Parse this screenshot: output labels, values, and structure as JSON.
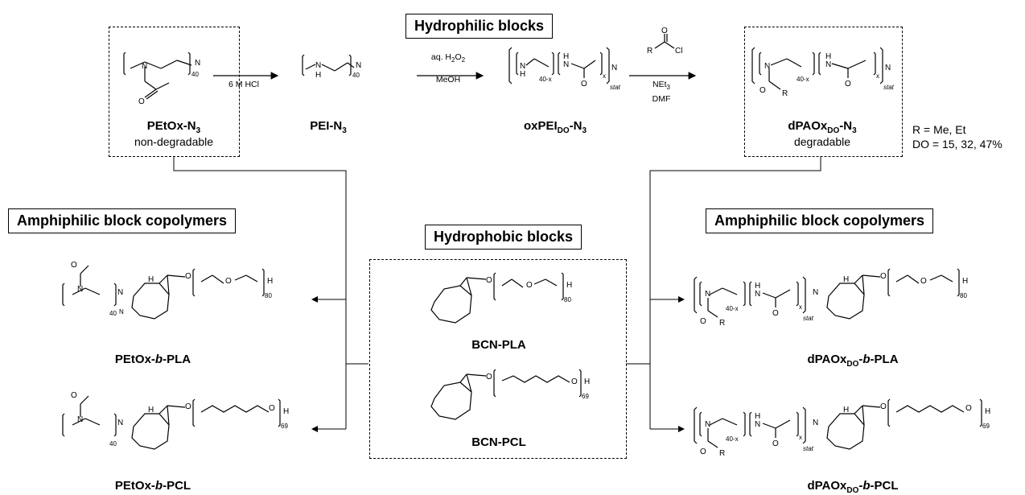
{
  "headers": {
    "hydrophilic": "Hydrophilic blocks",
    "hydrophobic": "Hydrophobic blocks",
    "amphiphilic_left": "Amphiphilic block copolymers",
    "amphiphilic_right": "Amphiphilic block copolymers"
  },
  "compounds": {
    "petox": {
      "name": "PEtOx-",
      "sub": "N",
      "subnum": "3",
      "note": "non-degradable"
    },
    "pei": {
      "name": "PEI-N",
      "sub": "3"
    },
    "oxpei": {
      "name": "oxPEI",
      "sub": "DO",
      "tail": "-N",
      "tailsub": "3"
    },
    "dpaox": {
      "name": "dPAOx",
      "sub": "DO",
      "tail": "-N",
      "tailsub": "3",
      "note": "degradable"
    },
    "bcn_pla": {
      "name": "BCN-PLA"
    },
    "bcn_pcl": {
      "name": "BCN-PCL"
    },
    "petox_pla": {
      "pre": "PEtOx-",
      "b": "b",
      "post": "-PLA"
    },
    "petox_pcl": {
      "pre": "PEtOx-",
      "b": "b",
      "post": "-PCL"
    },
    "dpaox_pla": {
      "pre": "dPAOx",
      "sub": "DO",
      "mid": "-",
      "b": "b",
      "post": "-PLA"
    },
    "dpaox_pcl": {
      "pre": "dPAOx",
      "sub": "DO",
      "mid": "-",
      "b": "b",
      "post": "-PCL"
    }
  },
  "conditions": {
    "step1": "6 M HCl",
    "step2_line1": "aq. H",
    "step2_line1_sub": "2",
    "step2_line1_b": "O",
    "step2_line1_sub2": "2",
    "step2_line2": "MeOH",
    "step3_line1": "NEt",
    "step3_line1_sub": "3",
    "step3_line2": "DMF"
  },
  "r_groups": {
    "line1": "R = Me, Et",
    "line2": "DO = 15, 32, 47%"
  },
  "subscripts": {
    "n40": "40",
    "n40x": "40-x",
    "x": "x",
    "stat": "stat",
    "n80": "80",
    "n69": "69",
    "N3": "N",
    "H": "H",
    "R": "R",
    "Cl": "Cl",
    "O": "O",
    "N": "N"
  }
}
